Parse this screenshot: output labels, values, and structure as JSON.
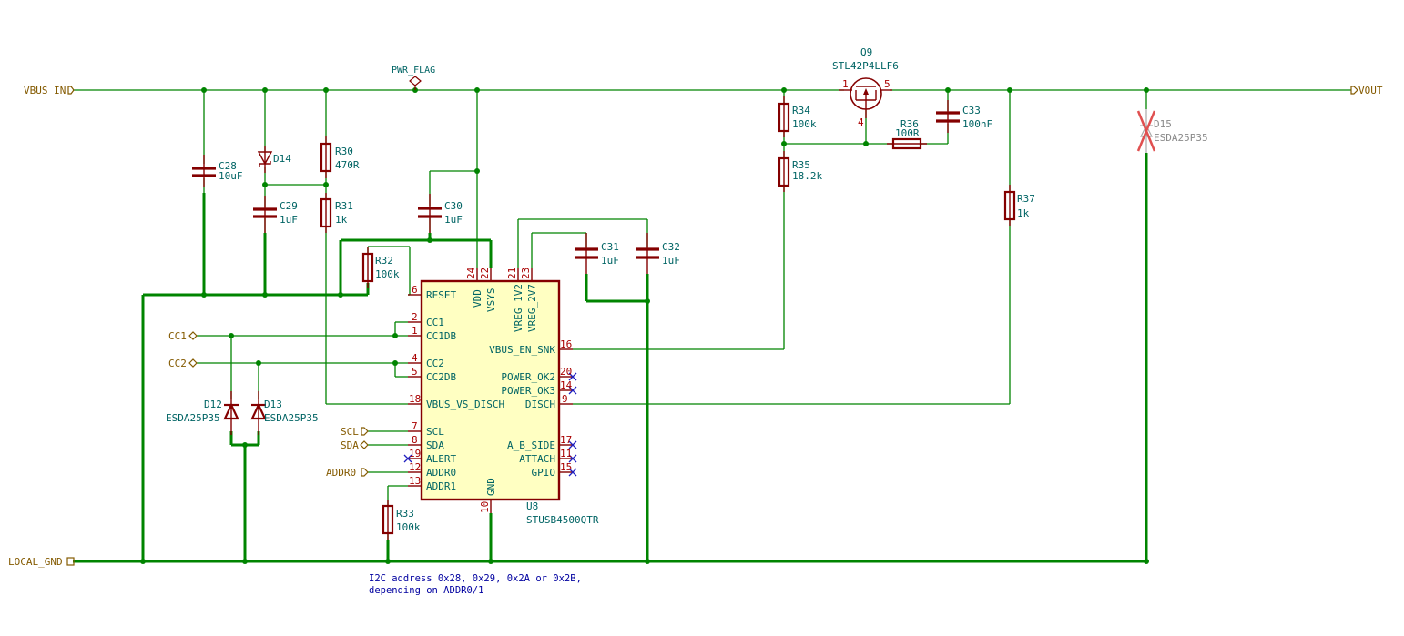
{
  "schematic": {
    "global_labels": {
      "vbus_in": "VBUS_IN",
      "vout": "VOUT",
      "local_gnd": "LOCAL_GND",
      "cc1": "CC1",
      "cc2": "CC2",
      "scl": "SCL",
      "sda": "SDA",
      "addr0": "ADDR0"
    },
    "power_flag": "PWR_FLAG",
    "components": {
      "C28": {
        "ref": "C28",
        "value": "10uF"
      },
      "C29": {
        "ref": "C29",
        "value": "1uF"
      },
      "C30": {
        "ref": "C30",
        "value": "1uF"
      },
      "C31": {
        "ref": "C31",
        "value": "1uF"
      },
      "C32": {
        "ref": "C32",
        "value": "1uF"
      },
      "C33": {
        "ref": "C33",
        "value": "100nF"
      },
      "D12": {
        "ref": "D12",
        "value": "ESDA25P35"
      },
      "D13": {
        "ref": "D13",
        "value": "ESDA25P35"
      },
      "D14": {
        "ref": "D14",
        "value": ""
      },
      "D15": {
        "ref": "D15",
        "value": "ESDA25P35",
        "dnp": true
      },
      "R30": {
        "ref": "R30",
        "value": "470R"
      },
      "R31": {
        "ref": "R31",
        "value": "1k"
      },
      "R32": {
        "ref": "R32",
        "value": "100k"
      },
      "R33": {
        "ref": "R33",
        "value": "100k"
      },
      "R34": {
        "ref": "R34",
        "value": "100k"
      },
      "R35": {
        "ref": "R35",
        "value": "18.2k"
      },
      "R36": {
        "ref": "R36",
        "value": "100R"
      },
      "R37": {
        "ref": "R37",
        "value": "1k"
      },
      "Q9": {
        "ref": "Q9",
        "value": "STL42P4LLF6",
        "pins": {
          "p1": "1",
          "p5": "5",
          "p4": "4"
        }
      },
      "U8": {
        "ref": "U8",
        "value": "STUSB4500QTR"
      }
    },
    "u8_pins": {
      "reset": {
        "name": "RESET",
        "num": "6"
      },
      "cc1": {
        "name": "CC1",
        "num": "2"
      },
      "cc1db": {
        "name": "CC1DB",
        "num": "1"
      },
      "cc2": {
        "name": "CC2",
        "num": "4"
      },
      "cc2db": {
        "name": "CC2DB",
        "num": "5"
      },
      "vbus_vs_disch": {
        "name": "VBUS_VS_DISCH",
        "num": "18"
      },
      "scl": {
        "name": "SCL",
        "num": "7"
      },
      "sda": {
        "name": "SDA",
        "num": "8"
      },
      "alert": {
        "name": "ALERT",
        "num": "19"
      },
      "addr0": {
        "name": "ADDR0",
        "num": "12"
      },
      "addr1": {
        "name": "ADDR1",
        "num": "13"
      },
      "vdd": {
        "name": "VDD",
        "num": "24"
      },
      "vsys": {
        "name": "VSYS",
        "num": "22"
      },
      "vreg_1v2": {
        "name": "VREG_1V2",
        "num": "21"
      },
      "vreg_2v7": {
        "name": "VREG_2V7",
        "num": "23"
      },
      "vbus_en_snk": {
        "name": "VBUS_EN_SNK",
        "num": "16"
      },
      "power_ok2": {
        "name": "POWER_OK2",
        "num": "20"
      },
      "power_ok3": {
        "name": "POWER_OK3",
        "num": "14"
      },
      "disch": {
        "name": "DISCH",
        "num": "9"
      },
      "a_b_side": {
        "name": "A_B_SIDE",
        "num": "17"
      },
      "attach": {
        "name": "ATTACH",
        "num": "11"
      },
      "gpio": {
        "name": "GPIO",
        "num": "15"
      },
      "gnd": {
        "name": "GND",
        "num": "10"
      }
    },
    "note": {
      "line1": "I2C address 0x28, 0x29, 0x2A or 0x2B,",
      "line2": "depending on ADDR0/1"
    }
  }
}
